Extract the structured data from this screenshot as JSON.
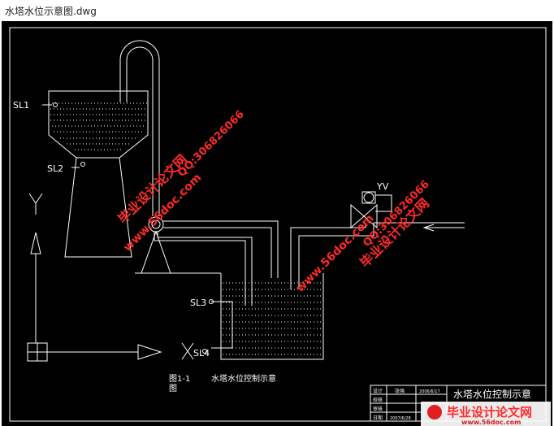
{
  "window": {
    "title": "水塔水位示意图.dwg"
  },
  "drawing": {
    "sensors": {
      "sl1": "SL1",
      "sl2": "SL2",
      "sl3": "SL3",
      "sl4": "SL4"
    },
    "valve_label": "YV",
    "axis_label": "Y",
    "caption_fig": "图1-1",
    "caption_fig2": "图",
    "caption_title": "水塔水位控制示意"
  },
  "title_block": {
    "heading": "水塔水位控制示意",
    "row_labels": [
      "设计",
      "校核",
      "审核",
      "日期"
    ],
    "row_values": [
      "张强",
      "",
      "",
      "2007/6/28"
    ],
    "row_values2": [
      "2006/6/17",
      "",
      "",
      ""
    ]
  },
  "watermarks": {
    "site": "www.56doc.com",
    "qq": "QQ:306826066",
    "brand": "毕业设计论文网",
    "brand_url": "www.56doc.com"
  },
  "colors": {
    "background": "#000000",
    "lines": "#ffffff",
    "watermark": "#ff2a2a"
  }
}
